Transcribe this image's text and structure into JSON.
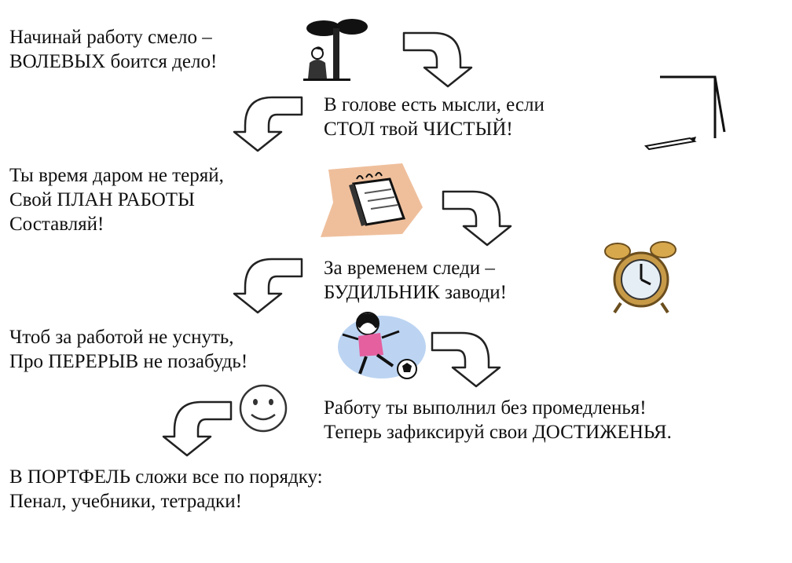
{
  "steps": [
    {
      "lines": [
        "Начинай работу смело –",
        "ВОЛЕВЫХ боится дело!"
      ],
      "icon": "person-under-tree-icon"
    },
    {
      "lines": [
        "В голове есть мысли, если",
        "СТОЛ твой ЧИСТЫЙ!"
      ],
      "icon": "desk-with-pen-icon"
    },
    {
      "lines": [
        "Ты время даром не теряй,",
        "Свой ПЛАН РАБОТЫ",
        "Составляй!"
      ],
      "icon": "notepad-icon"
    },
    {
      "lines": [
        "За временем следи –",
        "БУДИЛЬНИК заводи!"
      ],
      "icon": "alarm-clock-icon"
    },
    {
      "lines": [
        "Чтоб за работой не уснуть,",
        "Про ПЕРЕРЫВ не позабудь!"
      ],
      "icon": "girl-with-ball-icon"
    },
    {
      "lines": [
        "Работу ты выполнил без промедленья!",
        "Теперь зафиксируй свои ДОСТИЖЕНЬЯ."
      ],
      "icon": "smiley-face-icon"
    },
    {
      "lines": [
        "В ПОРТФЕЛЬ сложи все по порядку:",
        "Пенал, учебники, тетрадки!"
      ]
    }
  ],
  "colors": {
    "text": "#111111",
    "notepad_bg": "#efbf9c",
    "girl_dress": "#e4609f",
    "girl_bg": "#bcd4f2"
  }
}
